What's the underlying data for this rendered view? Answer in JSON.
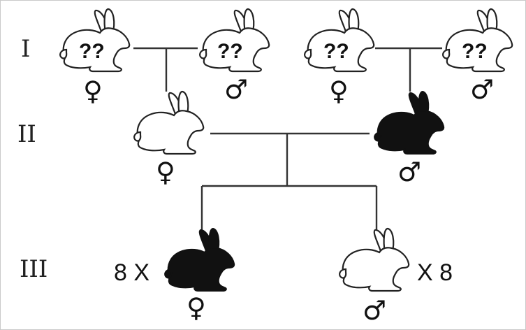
{
  "generations": {
    "I": "I",
    "II": "II",
    "III": "III"
  },
  "symbols": {
    "female": "♀",
    "male": "♂"
  },
  "unknown_mark": "??",
  "offspring_count": {
    "left": "8 X",
    "right": "X 8"
  },
  "colors": {
    "black_phenotype": "#111111",
    "white_phenotype": "#ffffff",
    "outline": "#222222",
    "line": "#333333"
  },
  "individuals": [
    {
      "id": "gen1-female-a",
      "generation": "I",
      "sex": "female",
      "phenotype": "unknown"
    },
    {
      "id": "gen1-male-a",
      "generation": "I",
      "sex": "male",
      "phenotype": "unknown"
    },
    {
      "id": "gen1-female-b",
      "generation": "I",
      "sex": "female",
      "phenotype": "unknown"
    },
    {
      "id": "gen1-male-b",
      "generation": "I",
      "sex": "male",
      "phenotype": "unknown"
    },
    {
      "id": "gen2-female",
      "generation": "II",
      "sex": "female",
      "phenotype": "white"
    },
    {
      "id": "gen2-male",
      "generation": "II",
      "sex": "male",
      "phenotype": "black"
    },
    {
      "id": "gen3-females",
      "generation": "III",
      "sex": "female",
      "phenotype": "black",
      "count": 8
    },
    {
      "id": "gen3-males",
      "generation": "III",
      "sex": "male",
      "phenotype": "white",
      "count": 8
    }
  ]
}
